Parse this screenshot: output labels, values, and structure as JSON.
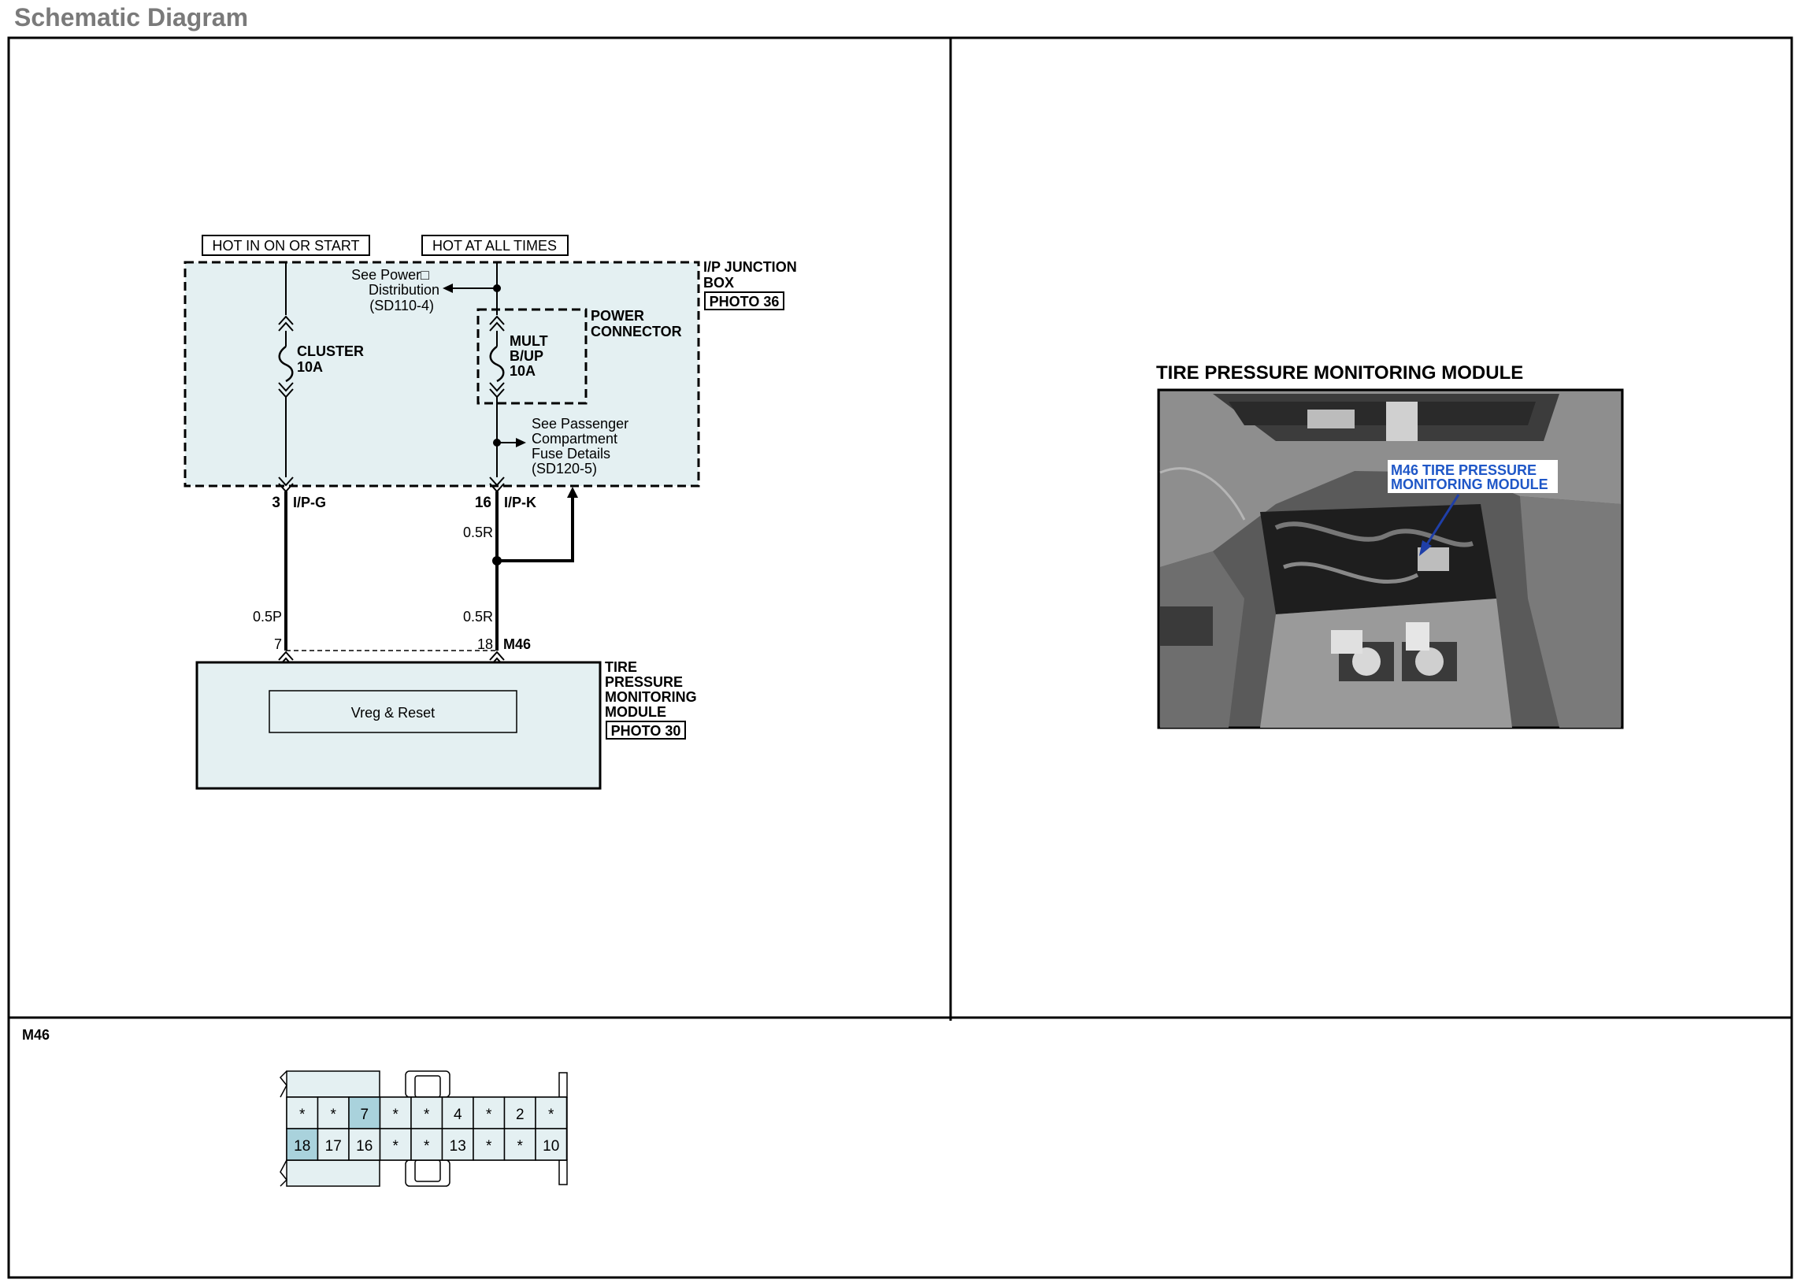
{
  "page": {
    "title": "Schematic Diagram"
  },
  "schematic": {
    "hot_run_label": "HOT IN ON OR START",
    "hot_always_label": "HOT AT ALL TIMES",
    "junction_box": {
      "name_line1": "I/P JUNCTION",
      "name_line2": "BOX",
      "photo": "PHOTO 36"
    },
    "power_dist_ref": {
      "line1": "See Power□",
      "line2": "Distribution",
      "line3": "(SD110-4)"
    },
    "power_connector": {
      "line1": "POWER",
      "line2": "CONNECTOR"
    },
    "fuse_cluster": {
      "line1": "CLUSTER",
      "line2": "10A"
    },
    "fuse_mult": {
      "line1": "MULT",
      "line2": "B/UP",
      "line3": "10A"
    },
    "passenger_ref": {
      "line1": "See Passenger",
      "line2": "Compartment",
      "line3": "Fuse Details",
      "line4": "(SD120-5)"
    },
    "left_pin": {
      "number": "3",
      "connector": "I/P-G",
      "wire": "0.5P",
      "module_pin": "7"
    },
    "right_pin": {
      "number": "16",
      "connector": "I/P-K",
      "wire_top": "0.5R",
      "wire_bottom": "0.5R",
      "module_pin": "18",
      "module_connector": "M46"
    },
    "module": {
      "line1": "TIRE",
      "line2": "PRESSURE",
      "line3": "MONITORING",
      "line4": "MODULE",
      "photo": "PHOTO 30",
      "internal_block": "Vreg & Reset"
    }
  },
  "photo_panel": {
    "title": "TIRE PRESSURE MONITORING MODULE",
    "callout_line1": "M46 TIRE PRESSURE",
    "callout_line2": "MONITORING MODULE"
  },
  "connector_view": {
    "title": "M46",
    "top_row": [
      "*",
      "*",
      "7",
      "*",
      "*",
      "4",
      "*",
      "2",
      "*"
    ],
    "bottom_row": [
      "18",
      "17",
      "16",
      "*",
      "*",
      "13",
      "*",
      "*",
      "10"
    ],
    "highlight_color": "#a9d2dc"
  },
  "colors": {
    "box_fill": "#e4f0f2",
    "callout": "#1f57c7",
    "title_gray": "#7a7a7a"
  }
}
